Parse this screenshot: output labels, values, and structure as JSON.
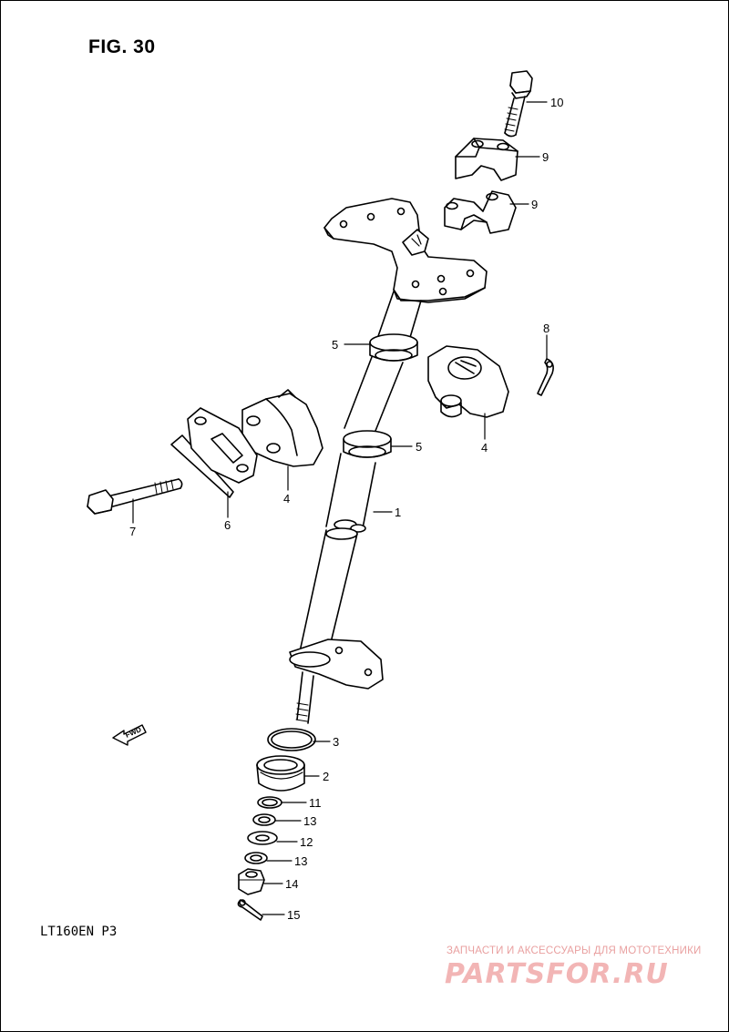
{
  "figure": {
    "title": "FIG. 30",
    "model_code": "LT160EN  P3",
    "direction_label": "FWD"
  },
  "callouts": [
    {
      "id": "c10a",
      "label": "10"
    },
    {
      "id": "c9a",
      "label": "9"
    },
    {
      "id": "c9b",
      "label": "9"
    },
    {
      "id": "c8",
      "label": "8"
    },
    {
      "id": "c5a",
      "label": "5"
    },
    {
      "id": "c5b",
      "label": "5"
    },
    {
      "id": "c4a",
      "label": "4"
    },
    {
      "id": "c4b",
      "label": "4"
    },
    {
      "id": "c1",
      "label": "1"
    },
    {
      "id": "c6",
      "label": "6"
    },
    {
      "id": "c7",
      "label": "7"
    },
    {
      "id": "c3",
      "label": "3"
    },
    {
      "id": "c2",
      "label": "2"
    },
    {
      "id": "c11",
      "label": "11"
    },
    {
      "id": "c13a",
      "label": "13"
    },
    {
      "id": "c12",
      "label": "12"
    },
    {
      "id": "c13b",
      "label": "13"
    },
    {
      "id": "c14",
      "label": "14"
    },
    {
      "id": "c15",
      "label": "15"
    }
  ],
  "watermark": {
    "tagline": "ЗАПЧАСТИ И АКСЕССУАРЫ ДЛЯ МОТОТЕХНИКИ",
    "brand": "PARTSFOR.RU"
  },
  "colors": {
    "line": "#000000",
    "watermark": "#f2b5b5"
  }
}
